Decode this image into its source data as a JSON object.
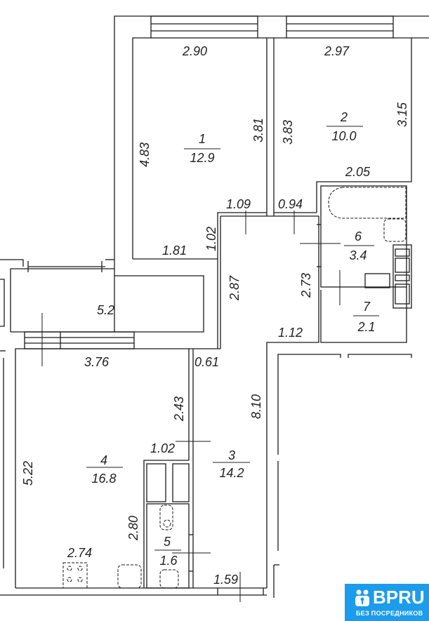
{
  "rooms": [
    {
      "num": "1",
      "area": "12.9"
    },
    {
      "num": "2",
      "area": "10.0"
    },
    {
      "num": "3",
      "area": "14.2"
    },
    {
      "num": "4",
      "area": "16.8"
    },
    {
      "num": "5",
      "area": "1.6"
    },
    {
      "num": "6",
      "area": "3.4"
    },
    {
      "num": "7",
      "area": "2.1"
    }
  ],
  "balcony_area": "5.2",
  "dims": {
    "r1_top": "2.90",
    "r2_top": "2.97",
    "r1_left": "4.83",
    "r1_right": "3.81",
    "r2_left": "3.83",
    "r2_right": "3.15",
    "r2_bottom": "2.05",
    "door1": "1.09",
    "door2": "0.94",
    "r1_niche": "1.02",
    "r1_bottom": "1.81",
    "hall_left": "2.87",
    "hall_right": "2.73",
    "hall_step": "1.12",
    "r4_top": "3.76",
    "r3_top": "0.61",
    "r4_upper": "2.43",
    "r3_len": "8.10",
    "r5_top": "1.02",
    "r4_left": "5.22",
    "r5_left": "2.80",
    "r4_bottom": "2.74",
    "r3_bottom": "1.59"
  },
  "logo": {
    "brand": "BPRU",
    "tagline": "БЕЗ ПОСРЕДНИКОВ"
  },
  "colors": {
    "logo": "#1c9cea",
    "lines": "#1a1a1a"
  }
}
